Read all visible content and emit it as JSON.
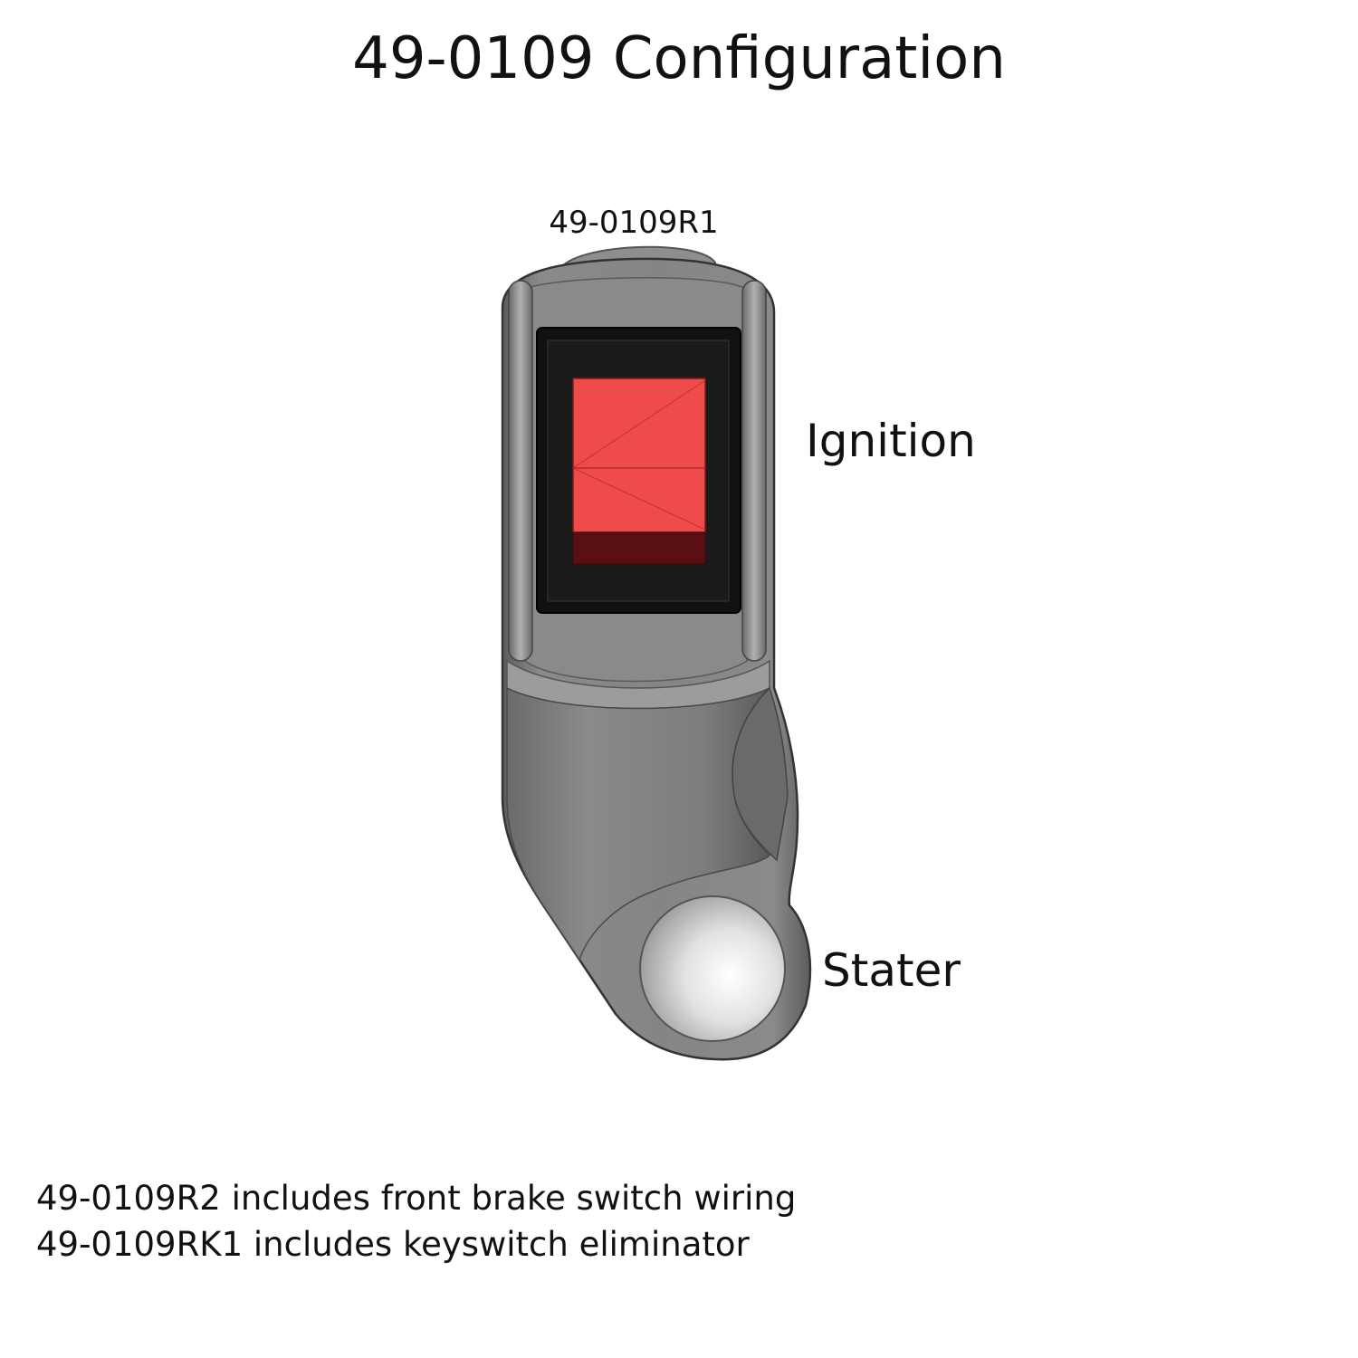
{
  "title": "49-0109 Configuration",
  "part_label": "49-0109R1",
  "callouts": {
    "ignition": "Ignition",
    "starter": "Stater"
  },
  "notes": [
    "49-0109R2 includes front brake switch wiring",
    "49-0109RK1 includes keyswitch eliminator"
  ],
  "colors": {
    "housing": "#7a7a7a",
    "housing_light": "#9a9a9a",
    "housing_dark": "#555555",
    "rocker_red": "#ef4b4b",
    "rocker_dark": "#5a0f12",
    "bezel": "#111111",
    "button": "#e8e8e8"
  }
}
